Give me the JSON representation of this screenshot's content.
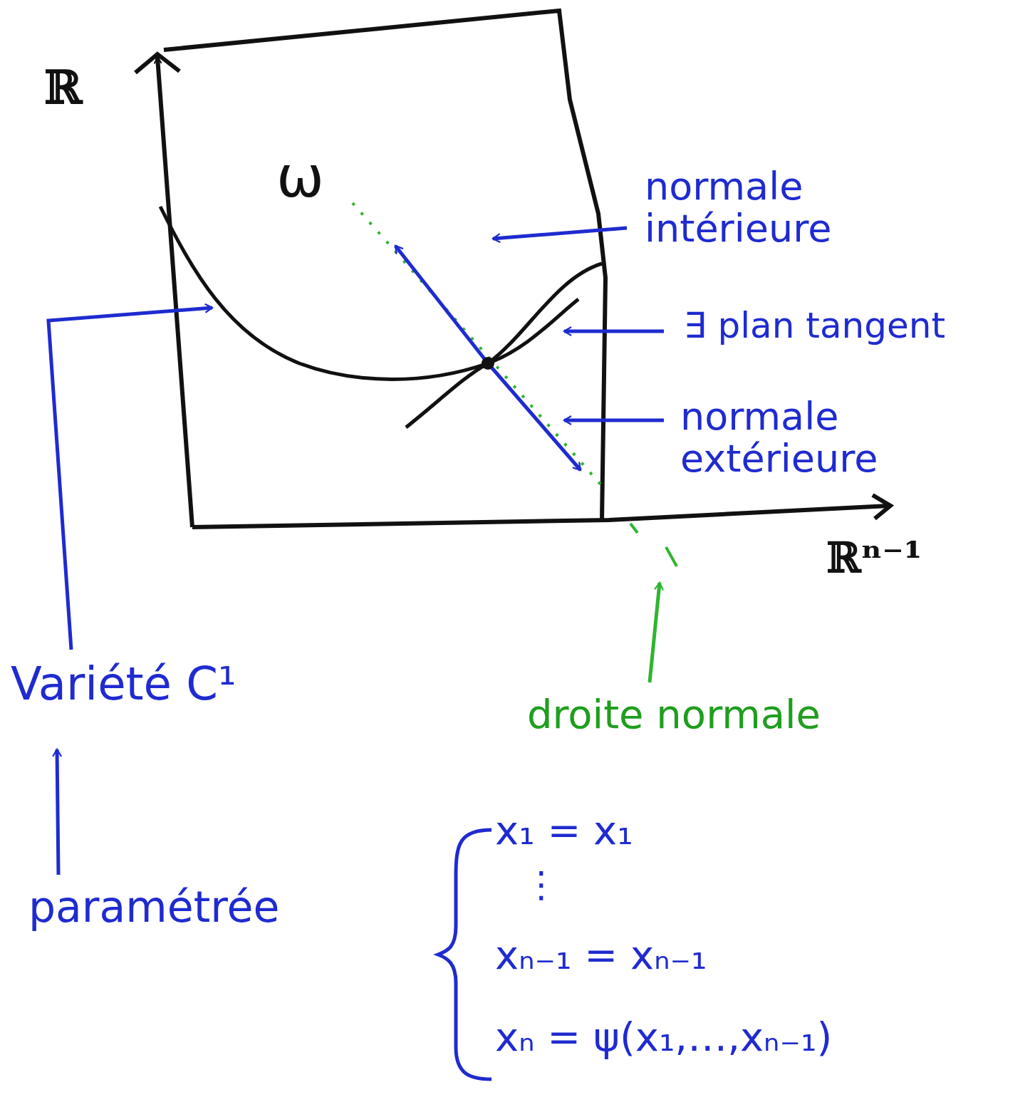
{
  "diagram": {
    "labels": [
      "ℝ",
      "ω",
      "normale intérieure",
      "∃ plan tangent",
      "normale extérieure",
      "ℝⁿ⁻¹",
      "droite normale",
      "Variété C¹",
      "paramétrée",
      "x₁ = x₁",
      "⋮",
      "xₙ₋₁ = xₙ₋₁",
      "xₙ = ψ(x₁,…,xₙ₋₁)"
    ]
  }
}
